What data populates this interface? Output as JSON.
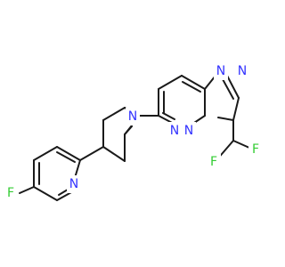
{
  "molecule": {
    "atoms": [
      {
        "id": "F1",
        "label": "F",
        "color": "#33cc33"
      },
      {
        "id": "F2",
        "label": "F",
        "color": "#33cc33"
      },
      {
        "id": "F3",
        "label": "F",
        "color": "#33cc33"
      },
      {
        "id": "N1",
        "label": "N",
        "color": "#3333ff"
      },
      {
        "id": "N2",
        "label": "N",
        "color": "#3333ff"
      },
      {
        "id": "N3",
        "label": "N",
        "color": "#3333ff"
      },
      {
        "id": "N4",
        "label": "N",
        "color": "#3333ff"
      },
      {
        "id": "N5",
        "label": "N",
        "color": "#3333ff"
      },
      {
        "id": "N6",
        "label": "N",
        "color": "#3333ff"
      }
    ],
    "bond_color": "#1a1a1a"
  }
}
